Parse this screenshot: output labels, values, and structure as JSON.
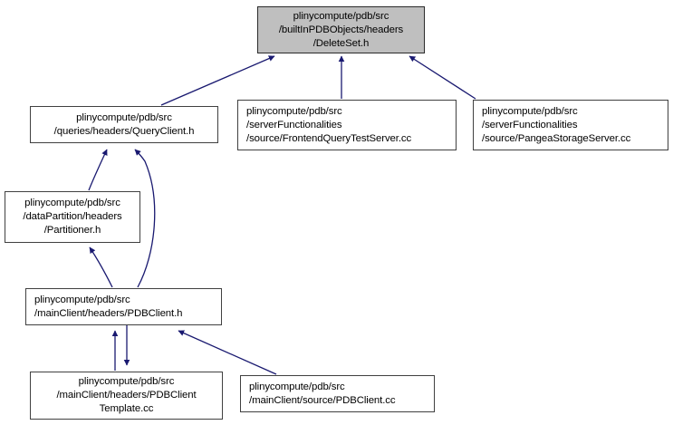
{
  "diagram": {
    "type": "dependency-graph",
    "title": "plinycompute/pdb/src/builtInPDBObjects/headers/DeleteSet.h included-by graph",
    "edge_color": "#191970",
    "root_fill": "#bfbfbf",
    "node_fill": "#ffffff",
    "node_border": "#404040",
    "nodes": [
      {
        "id": "deleteset",
        "label": "plinycompute/pdb/src\n/builtInPDBObjects/headers\n/DeleteSet.h",
        "role": "root"
      },
      {
        "id": "queryclient",
        "label": "plinycompute/pdb/src\n/queries/headers/QueryClient.h",
        "role": "dependent"
      },
      {
        "id": "frontendquerytestserver",
        "label": "plinycompute/pdb/src\n/serverFunctionalities\n/source/FrontendQueryTestServer.cc",
        "role": "dependent"
      },
      {
        "id": "pangeastorageserver",
        "label": "plinycompute/pdb/src\n/serverFunctionalities\n/source/PangeaStorageServer.cc",
        "role": "dependent"
      },
      {
        "id": "partitioner",
        "label": "plinycompute/pdb/src\n/dataPartition/headers\n/Partitioner.h",
        "role": "dependent"
      },
      {
        "id": "pdbclient_h",
        "label": "plinycompute/pdb/src\n/mainClient/headers/PDBClient.h",
        "role": "dependent"
      },
      {
        "id": "pdbclienttemplate_cc",
        "label": "plinycompute/pdb/src\n/mainClient/headers/PDBClient\nTemplate.cc",
        "role": "dependent"
      },
      {
        "id": "pdbclient_cc",
        "label": "plinycompute/pdb/src\n/mainClient/source/PDBClient.cc",
        "role": "dependent"
      }
    ],
    "edges": [
      {
        "from": "queryclient",
        "to": "deleteset"
      },
      {
        "from": "frontendquerytestserver",
        "to": "deleteset"
      },
      {
        "from": "pangeastorageserver",
        "to": "deleteset"
      },
      {
        "from": "partitioner",
        "to": "queryclient"
      },
      {
        "from": "pdbclient_h",
        "to": "queryclient"
      },
      {
        "from": "pdbclient_h",
        "to": "partitioner"
      },
      {
        "from": "pdbclienttemplate_cc",
        "to": "pdbclient_h"
      },
      {
        "from": "pdbclient_h",
        "to": "pdbclienttemplate_cc"
      },
      {
        "from": "pdbclient_cc",
        "to": "pdbclient_h"
      }
    ]
  }
}
